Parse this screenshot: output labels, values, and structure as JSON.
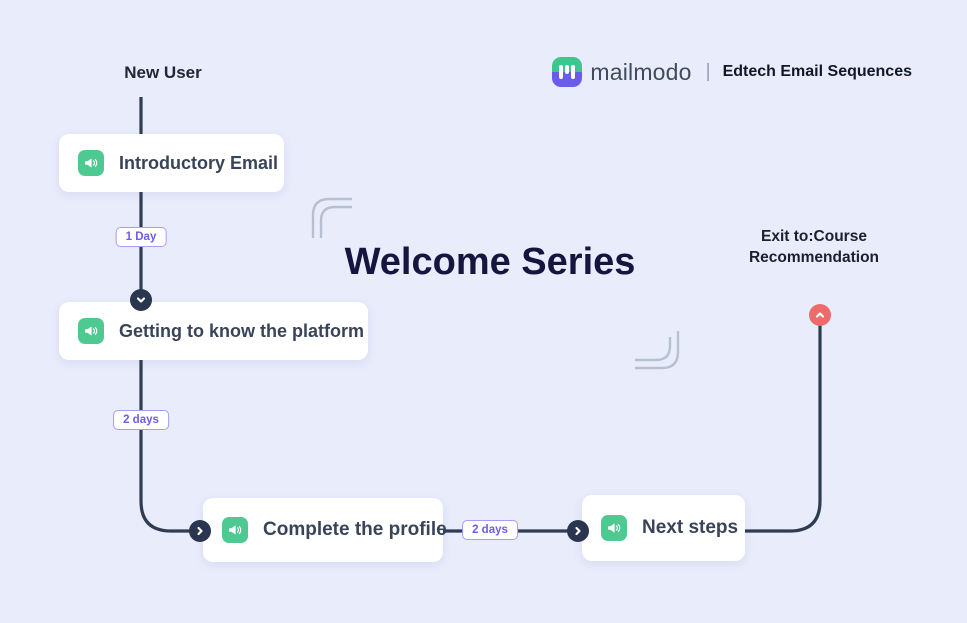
{
  "background": "#E8ECFB",
  "brand": {
    "logo_icon": "mailmodo-logo-icon",
    "logo_text": "mailmodo",
    "separator": "|",
    "tagline": "Edtech Email Sequences"
  },
  "flow": {
    "title": "Welcome Series",
    "entry_label": "New User",
    "nodes": [
      {
        "label": "Introductory Email",
        "icon": "megaphone-icon"
      },
      {
        "label": "Getting to know the platform",
        "icon": "megaphone-icon"
      },
      {
        "label": "Complete the profile",
        "icon": "megaphone-icon"
      },
      {
        "label": "Next steps",
        "icon": "megaphone-icon"
      }
    ],
    "delays": [
      {
        "label": "1 Day"
      },
      {
        "label": "2 days"
      },
      {
        "label": "2 days"
      }
    ],
    "exit": {
      "line1": "Exit to:Course",
      "line2": "Recommendation",
      "icon": "chevron-up-icon"
    }
  },
  "icons": {
    "node": "megaphone-icon",
    "step_down": "chevron-down-icon",
    "step_right": "chevron-right-icon",
    "exit_up": "chevron-up-icon",
    "logo": "mailmodo-logo-icon"
  },
  "colors": {
    "background": "#E8ECFB",
    "node_icon_green": "#4FC992",
    "connector_dark": "#303C52",
    "delay_purple": "#6E5AF0",
    "delay_border": "#A89BFA",
    "exit_red": "#EE6B6B",
    "title_navy": "#15153F",
    "brand_green": "#3DC68D",
    "brand_purple": "#6A5BEF"
  }
}
